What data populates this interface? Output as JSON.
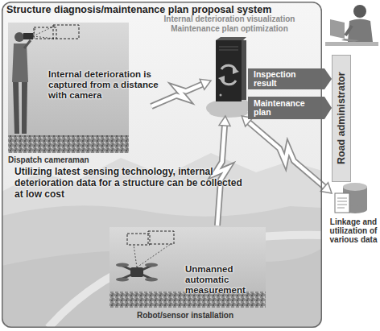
{
  "diagram": {
    "nodes": [
      {
        "text": [
          "Structure diagnosis/maintenance plan proposal system"
        ]
      },
      {
        "text": [
          "Internal deterioration is captured from a distance with camera",
          "Dispatch cameraman"
        ],
        "in": 0
      },
      {
        "text": [
          "Internal deterioration visualization",
          "Maintenance plan optimization"
        ],
        "in": 0
      },
      {
        "text": [
          "Road administrator"
        ]
      },
      {
        "text": [
          "Unmanned automatic measurement",
          "Robot/sensor installation"
        ],
        "in": 0
      },
      {
        "text": [
          "Linkage and utilization of various data"
        ]
      }
    ],
    "edges": [
      {
        "from": 1,
        "to": 2,
        "arrow": "to"
      },
      {
        "from": 4,
        "to": 2,
        "arrow": "to"
      },
      {
        "from": 5,
        "to": 2,
        "arrow": "both"
      },
      {
        "from": 2,
        "to": 3,
        "label": "Inspection result",
        "arrow": "to"
      },
      {
        "from": 2,
        "to": 3,
        "label": "Maintenance plan",
        "arrow": "to"
      }
    ],
    "labels": [
      "Utilizing latest sensing technology, internal deterioration data for a structure can be collected at low cost"
    ]
  }
}
